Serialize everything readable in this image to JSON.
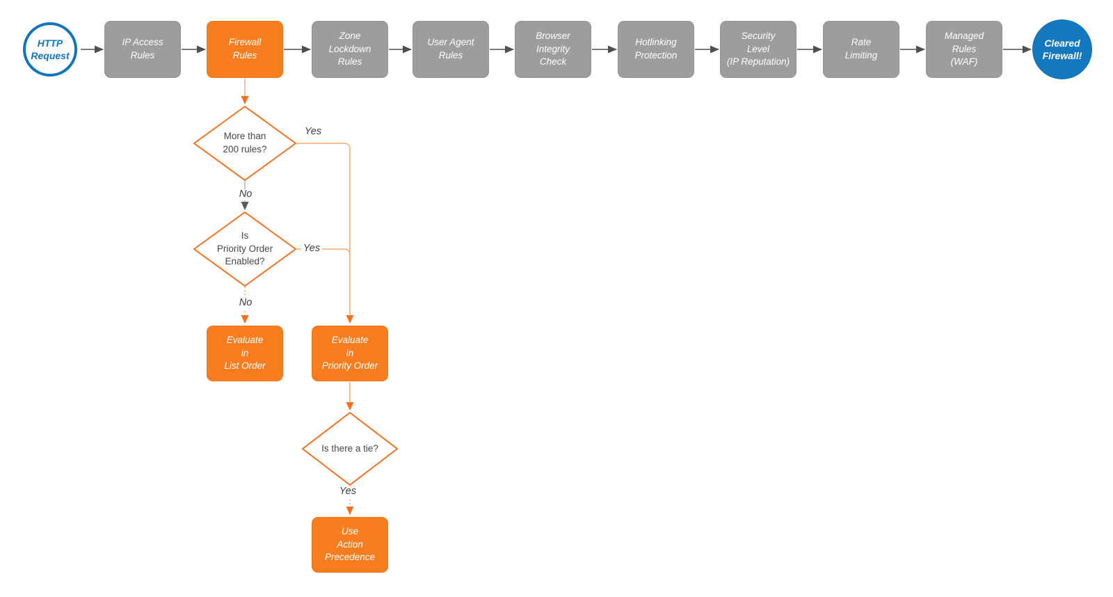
{
  "diagram": {
    "type": "flowchart",
    "subject": "HTTP request evaluation through firewall stages"
  },
  "colors": {
    "stage_gray": "#9d9d9d",
    "accent_orange": "#f87d1e",
    "connector_orange": "#f9a878",
    "arrow_orange": "#f4701d",
    "blue": "#1274bc",
    "arrow_gray": "#4f4f4f",
    "text_white": "#ffffff",
    "text_dark": "#474747"
  },
  "nodes": {
    "http_request": {
      "label": "HTTP\nRequest",
      "shape": "circle"
    },
    "ip_access_rules": {
      "label": "IP Access\nRules",
      "shape": "process"
    },
    "firewall_rules": {
      "label": "Firewall\nRules",
      "shape": "process"
    },
    "zone_lockdown_rules": {
      "label": "Zone\nLockdown\nRules",
      "shape": "process"
    },
    "user_agent_rules": {
      "label": "User Agent\nRules",
      "shape": "process"
    },
    "browser_integrity_check": {
      "label": "Browser\nIntegrity\nCheck",
      "shape": "process"
    },
    "hotlinking_protection": {
      "label": "Hotlinking\nProtection",
      "shape": "process"
    },
    "security_level": {
      "label": "Security\nLevel\n(IP Reputation)",
      "shape": "process"
    },
    "rate_limiting": {
      "label": "Rate\nLimiting",
      "shape": "process"
    },
    "managed_rules_waf": {
      "label": "Managed\nRules\n(WAF)",
      "shape": "process"
    },
    "cleared_firewall": {
      "label": "Cleared\nFirewall!",
      "shape": "circle"
    },
    "decision_more_than_200": {
      "label": "More than\n200 rules?",
      "shape": "decision"
    },
    "decision_priority_enabled": {
      "label": "Is\nPriority Order\nEnabled?",
      "shape": "decision"
    },
    "decision_tie": {
      "label": "Is there a tie?",
      "shape": "decision"
    },
    "evaluate_list_order": {
      "label": "Evaluate\nin\nList Order",
      "shape": "process"
    },
    "evaluate_priority_order": {
      "label": "Evaluate\nin\nPriority Order",
      "shape": "process"
    },
    "use_action_precedence": {
      "label": "Use\nAction\nPrecedence",
      "shape": "process"
    }
  },
  "edge_labels": {
    "more_than_200_yes": "Yes",
    "more_than_200_no": "No",
    "priority_enabled_yes": "Yes",
    "priority_enabled_no": "No",
    "tie_yes": "Yes"
  },
  "edges": [
    {
      "from": "http_request",
      "to": "ip_access_rules"
    },
    {
      "from": "ip_access_rules",
      "to": "firewall_rules"
    },
    {
      "from": "firewall_rules",
      "to": "zone_lockdown_rules"
    },
    {
      "from": "zone_lockdown_rules",
      "to": "user_agent_rules"
    },
    {
      "from": "user_agent_rules",
      "to": "browser_integrity_check"
    },
    {
      "from": "browser_integrity_check",
      "to": "hotlinking_protection"
    },
    {
      "from": "hotlinking_protection",
      "to": "security_level"
    },
    {
      "from": "security_level",
      "to": "rate_limiting"
    },
    {
      "from": "rate_limiting",
      "to": "managed_rules_waf"
    },
    {
      "from": "managed_rules_waf",
      "to": "cleared_firewall"
    },
    {
      "from": "firewall_rules",
      "to": "decision_more_than_200"
    },
    {
      "from": "decision_more_than_200",
      "to": "evaluate_priority_order",
      "label": "Yes"
    },
    {
      "from": "decision_more_than_200",
      "to": "decision_priority_enabled",
      "label": "No"
    },
    {
      "from": "decision_priority_enabled",
      "to": "evaluate_priority_order",
      "label": "Yes"
    },
    {
      "from": "decision_priority_enabled",
      "to": "evaluate_list_order",
      "label": "No"
    },
    {
      "from": "evaluate_priority_order",
      "to": "decision_tie"
    },
    {
      "from": "decision_tie",
      "to": "use_action_precedence",
      "label": "Yes"
    }
  ]
}
